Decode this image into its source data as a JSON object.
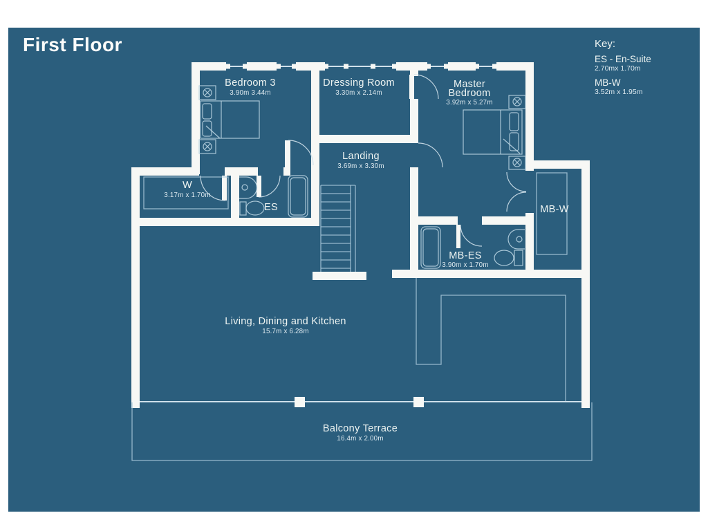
{
  "title": "First Floor",
  "key": {
    "heading": "Key:",
    "items": [
      {
        "label": "ES - En-Suite",
        "dims": "2.70mx 1.70m"
      },
      {
        "label": "MB-W",
        "dims": "3.52m x 1.95m"
      }
    ]
  },
  "rooms": {
    "bedroom3": {
      "name": "Bedroom 3",
      "dims": "3.90m 3.44m"
    },
    "dressing": {
      "name": "Dressing Room",
      "dims": "3.30m x 2.14m"
    },
    "master": {
      "name": "Master Bedroom",
      "name_line1": "Master",
      "name_line2": "Bedroom",
      "dims": "3.92m x 5.27m"
    },
    "landing": {
      "name": "Landing",
      "dims": "3.69m x 3.30m"
    },
    "wardrobe": {
      "name": "W",
      "dims": "3.17m x 1.70m"
    },
    "ensuite": {
      "name": "ES"
    },
    "mbes": {
      "name": "MB-ES",
      "dims": "3.90m x 1.70m"
    },
    "mbw": {
      "name": "MB-W"
    },
    "living": {
      "name": "Living, Dining and Kitchen",
      "dims": "15.7m x 6.28m"
    },
    "balcony": {
      "name": "Balcony Terrace",
      "dims": "16.4m x 2.00m"
    }
  },
  "colors": {
    "page": "#ffffff",
    "plan_background": "#2b5e7d",
    "walls_and_text": "#f7f8f5",
    "detail_lines": "#a9c8da"
  }
}
